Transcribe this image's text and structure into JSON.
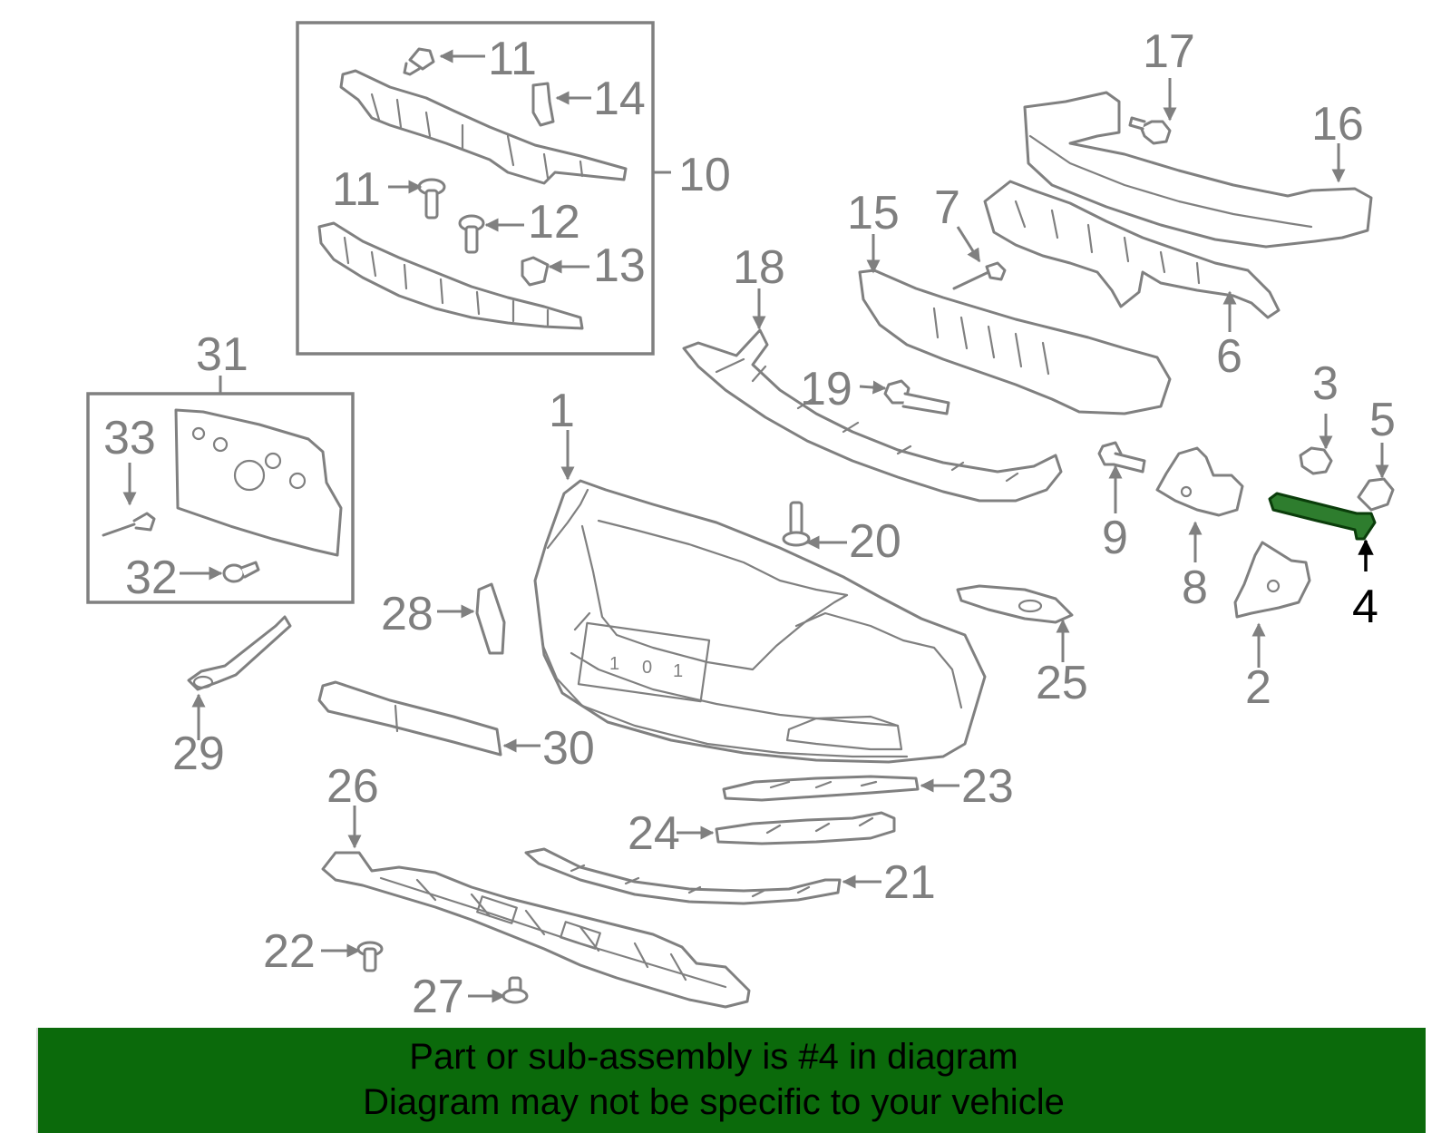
{
  "diagram": {
    "highlighted_callout": "4",
    "callouts": {
      "c1": "1",
      "c2": "2",
      "c3": "3",
      "c4": "4",
      "c5": "5",
      "c6": "6",
      "c7": "7",
      "c8": "8",
      "c9": "9",
      "c10": "10",
      "c11a": "11",
      "c11b": "11",
      "c12": "12",
      "c13": "13",
      "c14": "14",
      "c15": "15",
      "c16": "16",
      "c17": "17",
      "c18": "18",
      "c19": "19",
      "c20": "20",
      "c21": "21",
      "c22": "22",
      "c23": "23",
      "c24": "24",
      "c25": "25",
      "c26": "26",
      "c27": "27",
      "c28": "28",
      "c29": "29",
      "c30": "30",
      "c31": "31",
      "c32": "32",
      "c33": "33"
    },
    "plate_text": {
      "d1": "1",
      "d2": "0",
      "d3": "1"
    }
  },
  "banner": {
    "line1": "Part or sub-assembly is #4 in diagram",
    "line2": "Diagram may not be specific to your vehicle"
  },
  "colors": {
    "highlight": "#2e7d2e",
    "banner": "#0b6a0b",
    "linework": "#808080"
  }
}
